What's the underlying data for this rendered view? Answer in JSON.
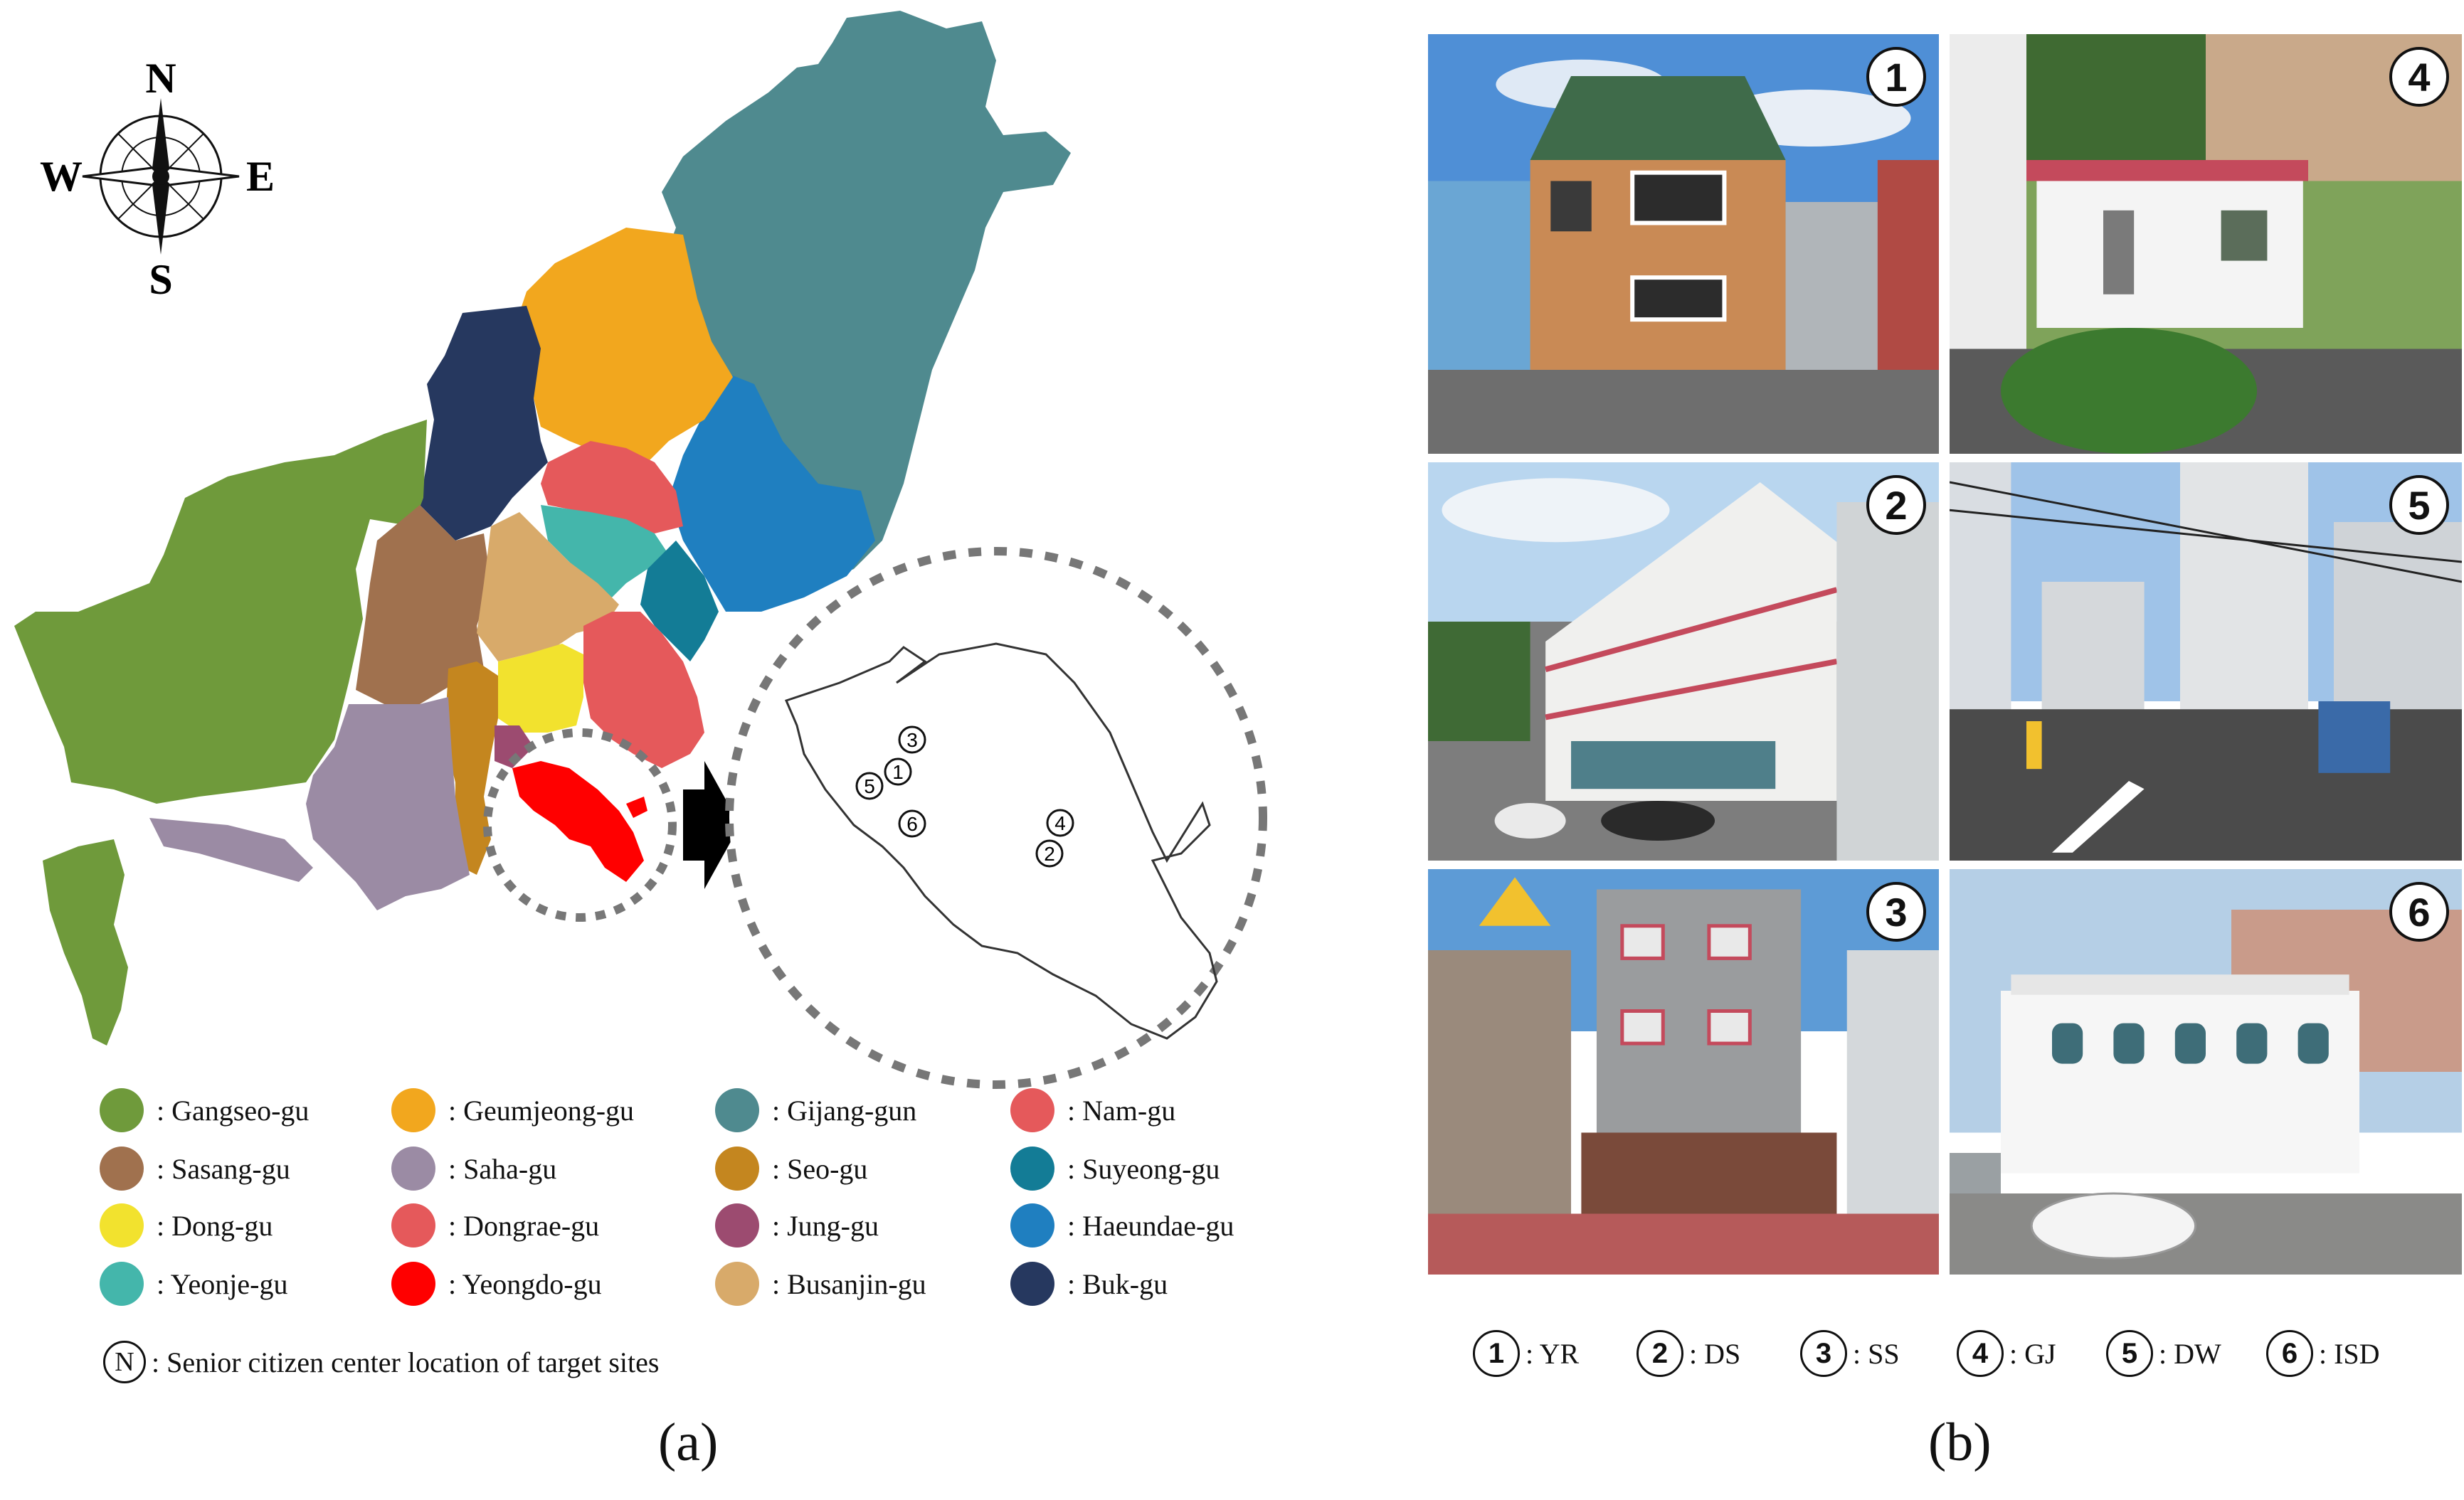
{
  "compass": {
    "north": "N",
    "south": "S",
    "east": "E",
    "west": "W"
  },
  "panels": {
    "a_caption": "(a)",
    "b_caption": "(b)"
  },
  "legend": {
    "items": [
      {
        "label": ": Gangseo-gu",
        "color": "#6f9a3b"
      },
      {
        "label": ": Geumjeong-gu",
        "color": "#f2a71e"
      },
      {
        "label": ": Gijang-gun",
        "color": "#4f8a8f"
      },
      {
        "label": ": Nam-gu",
        "color": "#e5595b"
      },
      {
        "label": ": Sasang-gu",
        "color": "#a0714e"
      },
      {
        "label": ": Saha-gu",
        "color": "#9b8ba4"
      },
      {
        "label": ": Seo-gu",
        "color": "#c4861f"
      },
      {
        "label": ": Suyeong-gu",
        "color": "#137c96"
      },
      {
        "label": ": Dong-gu",
        "color": "#f2e22e"
      },
      {
        "label": ": Dongrae-gu",
        "color": "#e5595b"
      },
      {
        "label": ": Jung-gu",
        "color": "#9c4b70"
      },
      {
        "label": ": Haeundae-gu",
        "color": "#1f7fc0"
      },
      {
        "label": ": Yeonje-gu",
        "color": "#44b6ab"
      },
      {
        "label": ": Yeongdo-gu",
        "color": "#ff0000"
      },
      {
        "label": ": Busanjin-gu",
        "color": "#d8aa6a"
      },
      {
        "label": ": Buk-gu",
        "color": "#26385f"
      }
    ],
    "note_symbol": "N",
    "note": ": Senior citizen center location of target sites"
  },
  "inset_markers": [
    "1",
    "2",
    "3",
    "4",
    "5",
    "6"
  ],
  "photos": [
    {
      "number": "1",
      "scene": "brick-building"
    },
    {
      "number": "4",
      "scene": "small-white-house"
    },
    {
      "number": "2",
      "scene": "three-story-white"
    },
    {
      "number": "5",
      "scene": "apartment-complex"
    },
    {
      "number": "3",
      "scene": "gray-building"
    },
    {
      "number": "6",
      "scene": "white-arched-building"
    }
  ],
  "sites": [
    {
      "number": "1",
      "code": ": YR"
    },
    {
      "number": "2",
      "code": ": DS"
    },
    {
      "number": "3",
      "code": ": SS"
    },
    {
      "number": "4",
      "code": ": GJ"
    },
    {
      "number": "5",
      "code": ": DW"
    },
    {
      "number": "6",
      "code": ": ISD"
    }
  ]
}
